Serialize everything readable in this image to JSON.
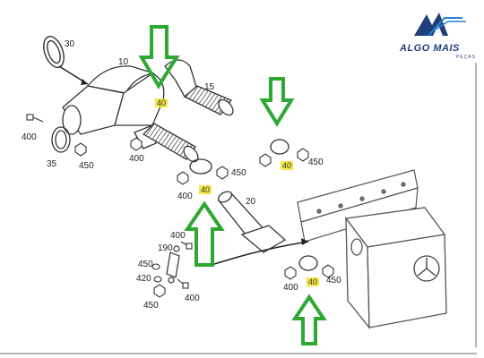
{
  "logo": {
    "brand": "ALGO MAIS",
    "sub": "PEÇAS",
    "color": "#1f3f7a"
  },
  "colors": {
    "arrow": "#2fa832",
    "highlight": "#f2e84a",
    "line": "#444444"
  },
  "labels": {
    "l30": "30",
    "l10": "10",
    "l15": "15",
    "l400a": "400",
    "l35": "35",
    "l450a": "450",
    "l400b": "400",
    "l450b": "450",
    "l400c": "400",
    "l20": "20",
    "l450c": "450",
    "l400d": "400",
    "l190": "190",
    "l450d": "450",
    "l420": "420",
    "l450e": "450",
    "l400e": "400",
    "l400f": "400",
    "l450f": "450"
  },
  "highlighted_labels": {
    "h1": "40",
    "h2": "40",
    "h3": "40",
    "h4": "40"
  },
  "icons": [
    "arrow-down-icon",
    "arrow-up-icon",
    "mercedes-star-icon",
    "algo-mais-logo-icon"
  ]
}
